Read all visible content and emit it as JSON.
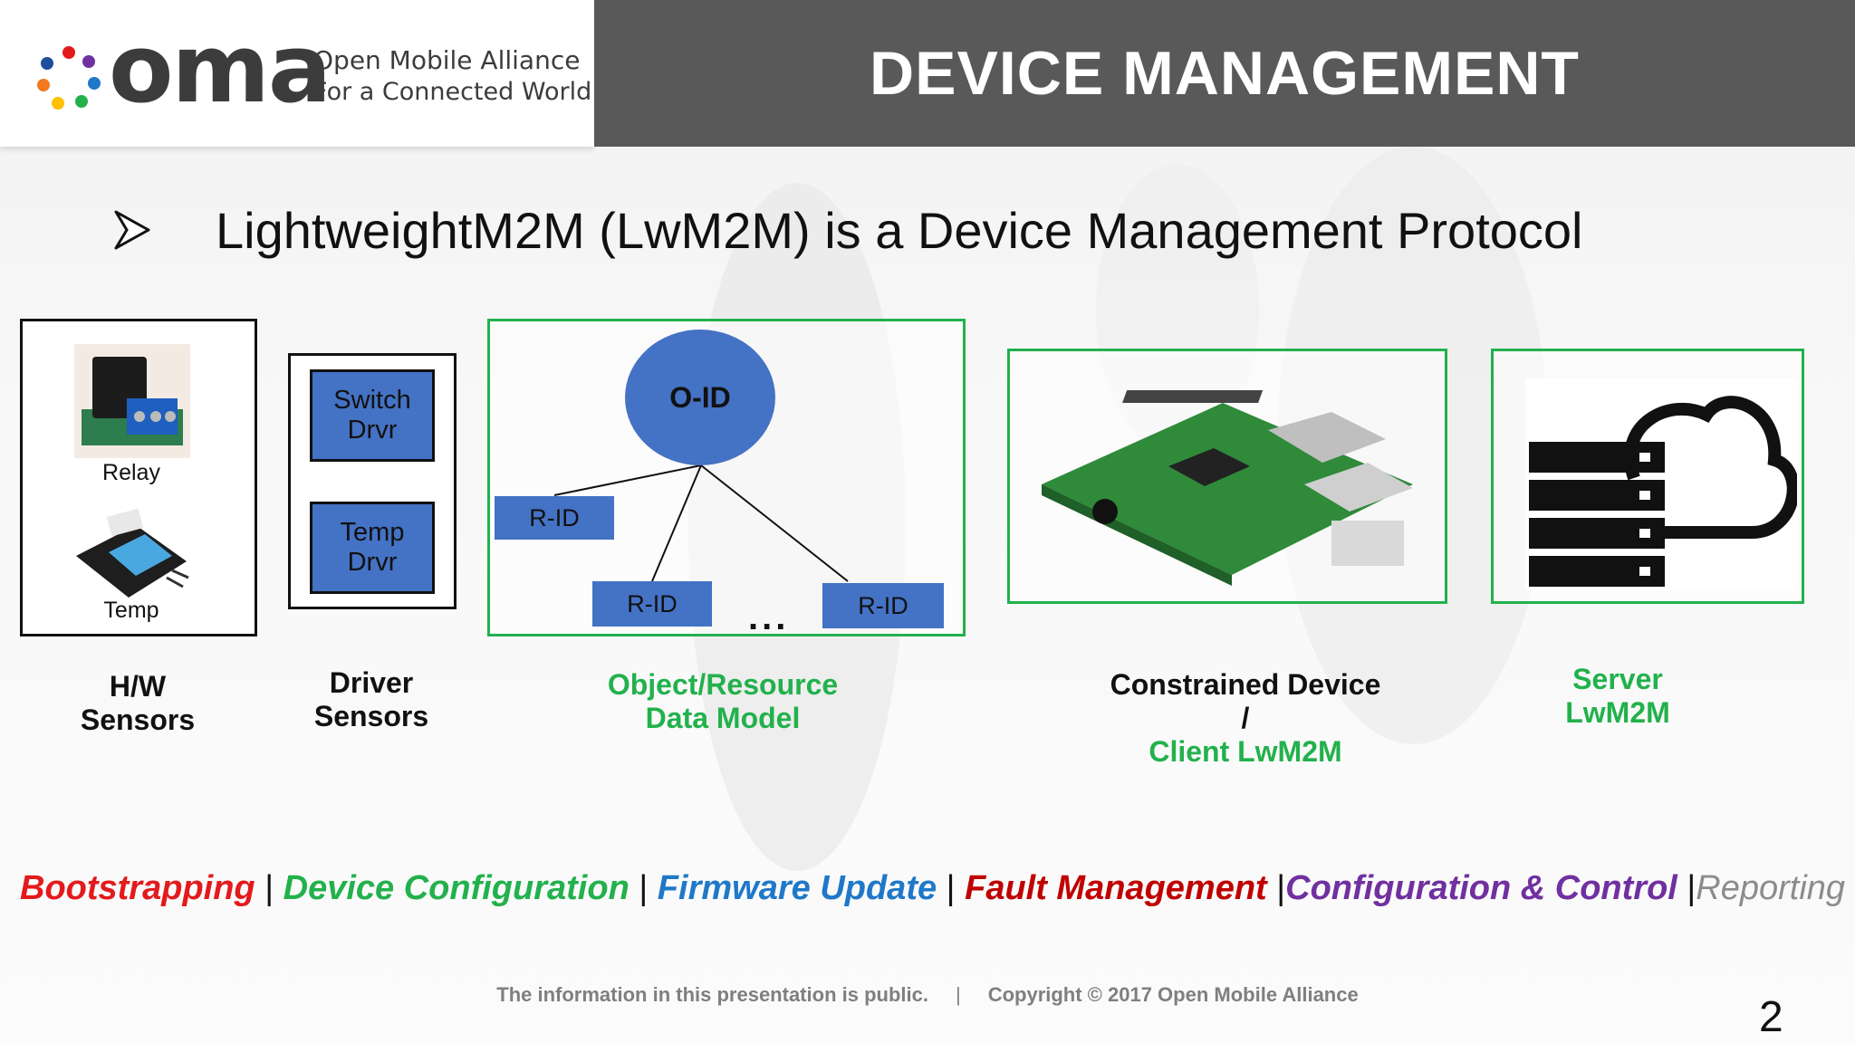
{
  "header": {
    "logo_word": "oma",
    "logo_tagline_1": "Open Mobile Alliance",
    "logo_tagline_2": "For a Connected World",
    "title": "DEVICE MANAGEMENT"
  },
  "bullet": "LightweightM2M (LwM2M) is a Device Management Protocol",
  "hw_box": {
    "relay_label": "Relay",
    "temp_label": "Temp"
  },
  "driver_box": {
    "switch_drvr": "Switch Drvr",
    "temp_drvr": "Temp Drvr"
  },
  "data_model": {
    "object_id": "O-ID",
    "resource_ids": [
      "R-ID",
      "R-ID",
      "R-ID"
    ],
    "ellipsis": "..."
  },
  "captions": {
    "hw_line1": "H/W",
    "hw_line2": "Sensors",
    "driver_line1": "Driver",
    "driver_line2": "Sensors",
    "model_line1": "Object/Resource",
    "model_line2": "Data Model",
    "device_line1": "Constrained Device",
    "device_line2": "/",
    "device_line3": "Client  LwM2M",
    "server_line1": "Server",
    "server_line2": "LwM2M"
  },
  "features": [
    {
      "label": "Bootstrapping",
      "color": "#e31a1c"
    },
    {
      "label": "Device Configuration",
      "color": "#22b14c"
    },
    {
      "label": "Firmware Update",
      "color": "#1f78c8"
    },
    {
      "label": "Fault Management",
      "color": "#c00000"
    },
    {
      "label": "Configuration & Control",
      "color": "#7030a0"
    },
    {
      "label": "Reporting",
      "color": "#8c8c8c"
    }
  ],
  "footer": {
    "public_notice": "The information in this presentation is public.",
    "divider": "|",
    "copyright": "Copyright © 2017  Open Mobile Alliance"
  },
  "page_number": "2",
  "colors": {
    "accent_green": "#22b14c",
    "box_blue": "#4472c4",
    "header_gray": "#595959"
  }
}
